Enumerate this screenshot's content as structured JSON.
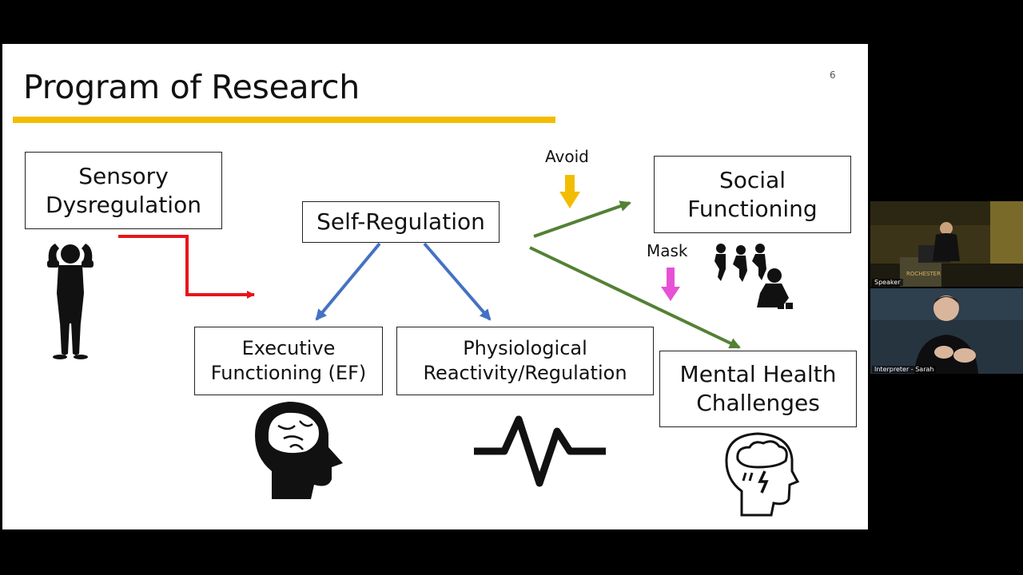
{
  "slide": {
    "title": "Program of Research",
    "slide_number": "6",
    "nodes": {
      "sensory": [
        "Sensory",
        "Dysregulation"
      ],
      "self_regulation": "Self-Regulation",
      "social": [
        "Social",
        "Functioning"
      ],
      "executive": [
        "Executive",
        "Functioning (EF)"
      ],
      "physiological": [
        "Physiological",
        "Reactivity/Regulation"
      ],
      "mental_health": [
        "Mental Health",
        "Challenges"
      ]
    },
    "labels": {
      "avoid": "Avoid",
      "mask": "Mask"
    }
  },
  "colors": {
    "title_bar": "#f2bd00",
    "sensory_arrow": "#e8141c",
    "self_reg_arrows": "#4472c4",
    "outcome_arrows": "#538135",
    "avoid_arrow": "#f2bd00",
    "mask_arrow": "#e651d6"
  },
  "video_tiles": [
    {
      "label": "Speaker"
    },
    {
      "label": "Interpreter - Sarah"
    }
  ]
}
